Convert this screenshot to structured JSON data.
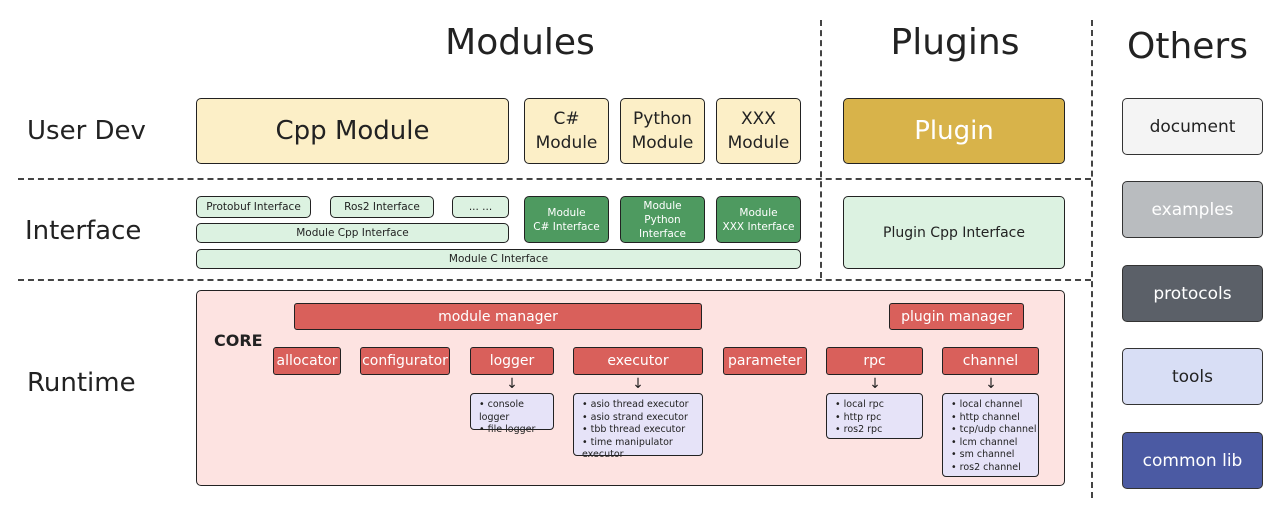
{
  "columns": {
    "modules": "Modules",
    "plugins": "Plugins",
    "others": "Others"
  },
  "rows": {
    "user_dev": "User Dev",
    "interface": "Interface",
    "runtime": "Runtime"
  },
  "user_dev": {
    "cpp_module": "Cpp Module",
    "cs_module": [
      "C#",
      "Module"
    ],
    "python_module": [
      "Python",
      "Module"
    ],
    "xxx_module": [
      "XXX",
      "Module"
    ],
    "plugin": "Plugin"
  },
  "interface": {
    "protobuf": "Protobuf Interface",
    "ros2": "Ros2 Interface",
    "ellipsis": "... ...",
    "module_cpp": "Module Cpp Interface",
    "module_c": "Module C Interface",
    "module_cs": [
      "Module",
      "C# Interface"
    ],
    "module_python": [
      "Module",
      "Python Interface"
    ],
    "module_xxx": [
      "Module",
      "XXX Interface"
    ],
    "plugin_cpp": "Plugin Cpp Interface"
  },
  "runtime": {
    "core_label": "CORE",
    "module_manager": "module manager",
    "plugin_manager": "plugin manager",
    "components": {
      "allocator": "allocator",
      "configurator": "configurator",
      "logger": "logger",
      "executor": "executor",
      "parameter": "parameter",
      "rpc": "rpc",
      "channel": "channel"
    },
    "logger_items": [
      "console logger",
      "file logger"
    ],
    "executor_items": [
      "asio thread executor",
      "asio strand executor",
      "tbb thread executor",
      "time manipulator executor"
    ],
    "rpc_items": [
      "local rpc",
      "http rpc",
      "ros2 rpc"
    ],
    "channel_items": [
      "local channel",
      "http channel",
      "tcp/udp channel",
      "lcm channel",
      "sm channel",
      "ros2 channel"
    ],
    "arrow_glyph": "↓"
  },
  "others": {
    "items": [
      "document",
      "examples",
      "protocols",
      "tools",
      "common lib"
    ]
  },
  "colors": {
    "user_dev_fill": "#fcefc7",
    "plugin_fill": "#d8b34a",
    "interface_fill": "#dcf2e1",
    "interface_dark_fill": "#4e9a60",
    "runtime_bg": "#fde3e1",
    "core_component": "#d9605b",
    "list_fill": "#e6e3f8",
    "document": "#f4f4f4",
    "examples": "#b9bcbf",
    "protocols": "#5b6068",
    "tools": "#d8def5",
    "common_lib": "#4b5aa3"
  }
}
